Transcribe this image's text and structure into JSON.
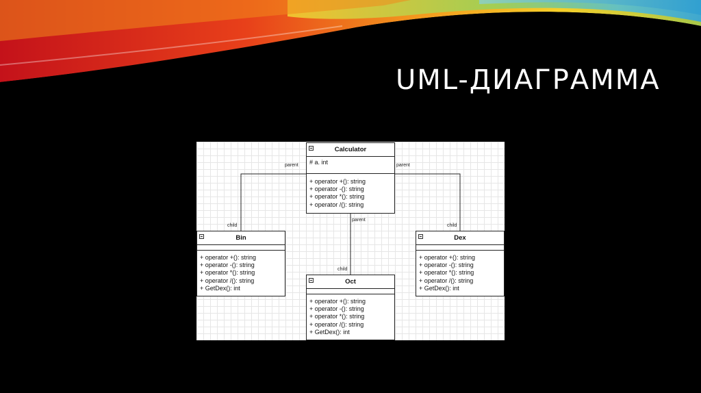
{
  "slide": {
    "title": "UML-ДИАГРАММА"
  },
  "diagram": {
    "classes": {
      "calculator": {
        "name": "Calculator",
        "attributes": [
          "# a. int"
        ],
        "methods": [
          "+ operator +(): string",
          "+ operator -(): string",
          "+ operator *(): string",
          "+ operator /(): string"
        ]
      },
      "bin": {
        "name": "Bin",
        "methods": [
          "+ operator +(): string",
          "+ operator -(): string",
          "+ operator *(): string",
          "+ operator /(): string",
          "+ GetDex(): int"
        ]
      },
      "oct": {
        "name": "Oct",
        "methods": [
          "+ operator +(): string",
          "+ operator -(): string",
          "+ operator *(): string",
          "+ operator /(): string",
          "+ GetDex(): int"
        ]
      },
      "dex": {
        "name": "Dex",
        "methods": [
          "+ operator +(): string",
          "+ operator -(): string",
          "+ operator *(): string",
          "+ operator /(): string",
          "+ GetDex(): int"
        ]
      }
    },
    "edges": {
      "bin": {
        "parent": "parent",
        "child": "child"
      },
      "oct": {
        "parent": "parent",
        "child": "child"
      },
      "dex": {
        "parent": "parent",
        "child": "child"
      }
    }
  }
}
